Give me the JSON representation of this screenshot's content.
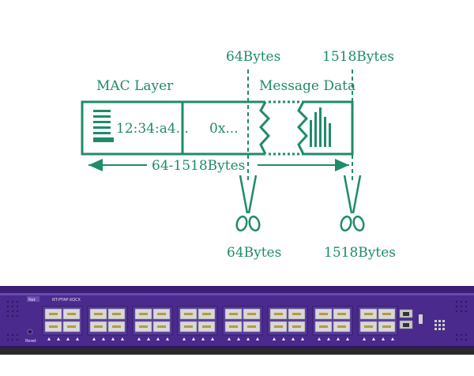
{
  "labels": {
    "top_left_bytes": "64Bytes",
    "top_right_bytes": "1518Bytes",
    "mac_layer": "MAC Layer",
    "message_data": "Message Data",
    "mac_address": "12:34:a4...",
    "hex_value": "0x...",
    "length_range": "64-1518Bytes",
    "bottom_left_bytes": "64Bytes",
    "bottom_right_bytes": "1518Bytes"
  },
  "device": {
    "brand": "Net",
    "model": "NT-PTAP-XQCX",
    "reset_label": "Reset",
    "port_groups": 8
  },
  "colors": {
    "accent": "#1f8b6a",
    "device_body": "#4a2a8c",
    "device_dark": "#2e1860"
  },
  "icons": {
    "cut_left": "scissors-icon",
    "cut_right": "scissors-icon"
  }
}
